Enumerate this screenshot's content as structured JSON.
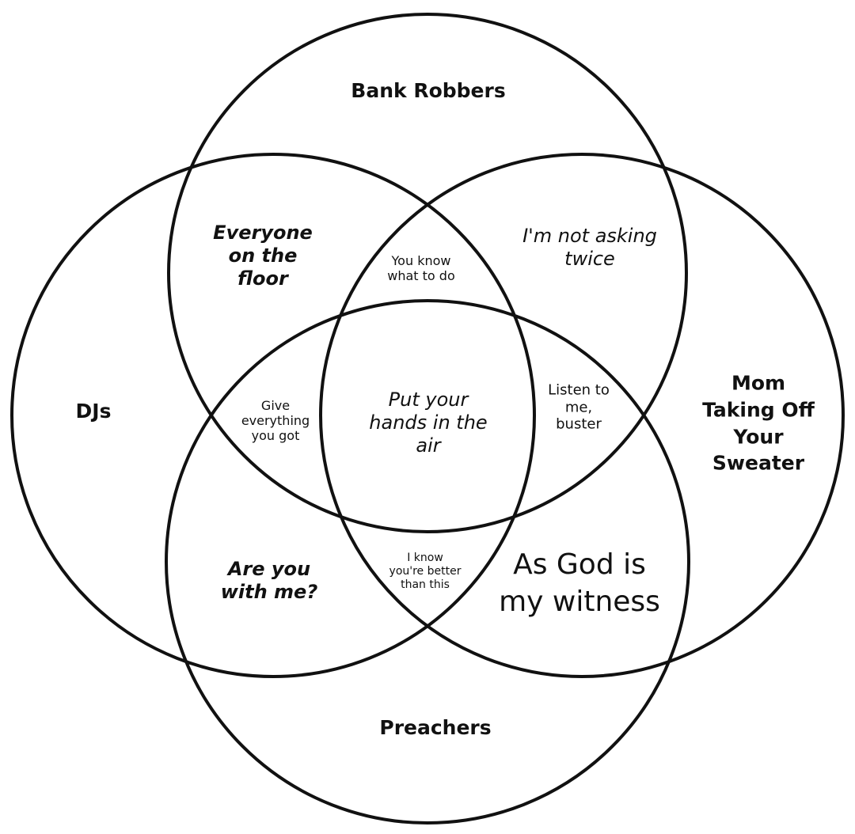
{
  "sets": {
    "top": "Bank Robbers",
    "left": "DJs",
    "right": "Mom\nTaking Off\nYour\nSweater",
    "bottom": "Preachers"
  },
  "regions": {
    "top_left": "Everyone\non the\nfloor",
    "top_center": "You know\nwhat to do",
    "top_right": "I'm not asking\ntwice",
    "center_left": "Give\neverything\nyou got",
    "center": "Put your\nhands in the\nair",
    "center_right": "Listen to\nme,\nbuster",
    "bottom_left": "Are you\nwith me?",
    "bottom_center": "I know\nyou're better\nthan this",
    "bottom_right": "As God is\nmy witness"
  },
  "colors": {
    "stroke": "#111111",
    "background": "#ffffff"
  }
}
